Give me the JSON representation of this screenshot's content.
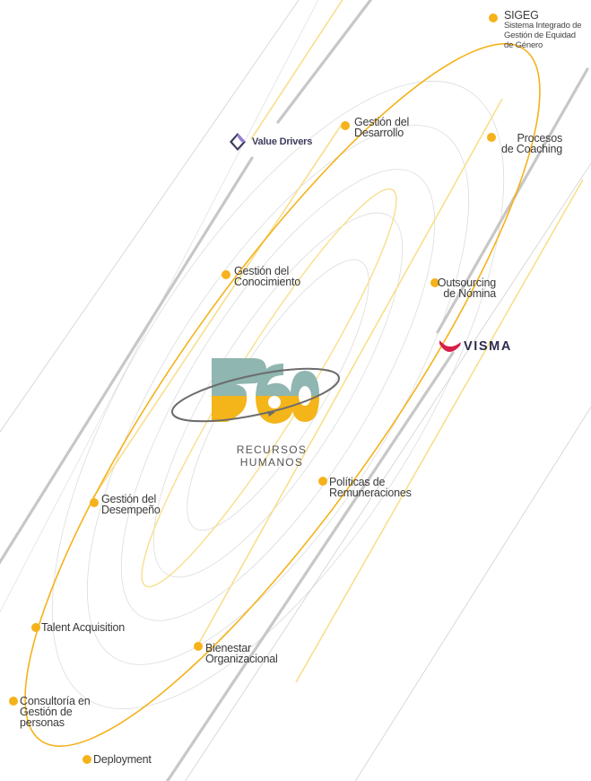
{
  "nodes": [
    {
      "id": "sigeg",
      "title": "SIGEG",
      "subtitle": [
        "Sistema Integrado de",
        "Gestión de Equidad",
        "de Género"
      ]
    },
    {
      "id": "gestion-desarrollo",
      "lines": [
        "Gestión del",
        "Desarrollo"
      ]
    },
    {
      "id": "procesos-coaching",
      "lines": [
        "Procesos",
        "de Coaching"
      ]
    },
    {
      "id": "gestion-conocimiento",
      "lines": [
        "Gestión del",
        "Conocimiento"
      ]
    },
    {
      "id": "outsourcing-nomina",
      "lines": [
        "Outsourcing",
        "de Nómina"
      ]
    },
    {
      "id": "politicas-remuneraciones",
      "lines": [
        "Políticas de",
        "Remuneraciones"
      ]
    },
    {
      "id": "gestion-desempeno",
      "lines": [
        "Gestión del",
        "Desempeño"
      ]
    },
    {
      "id": "talent-acquisition",
      "lines": [
        "Talent Acquisition"
      ]
    },
    {
      "id": "bienestar-organizacional",
      "lines": [
        "Bienestar",
        "Organizacional"
      ]
    },
    {
      "id": "consultoria-personas",
      "lines": [
        "Consultoría en",
        "Gestión de",
        "personas"
      ]
    },
    {
      "id": "deployment",
      "lines": [
        "Deployment"
      ]
    }
  ],
  "center_logo": {
    "caption": "RECURSOS HUMANOS"
  },
  "partner_logos": {
    "value_drivers": "Value Drivers",
    "visma": "VISMA"
  },
  "colors": {
    "accent_yellow": "#f5b21a",
    "pale_yellow": "#f7df8c",
    "line_gray": "#c7c7c7",
    "logo_teal": "#8fb6b0",
    "logo_yellow": "#f3b51a",
    "logo_ring": "#6c6c6c",
    "visma_red": "#d81e4a"
  }
}
